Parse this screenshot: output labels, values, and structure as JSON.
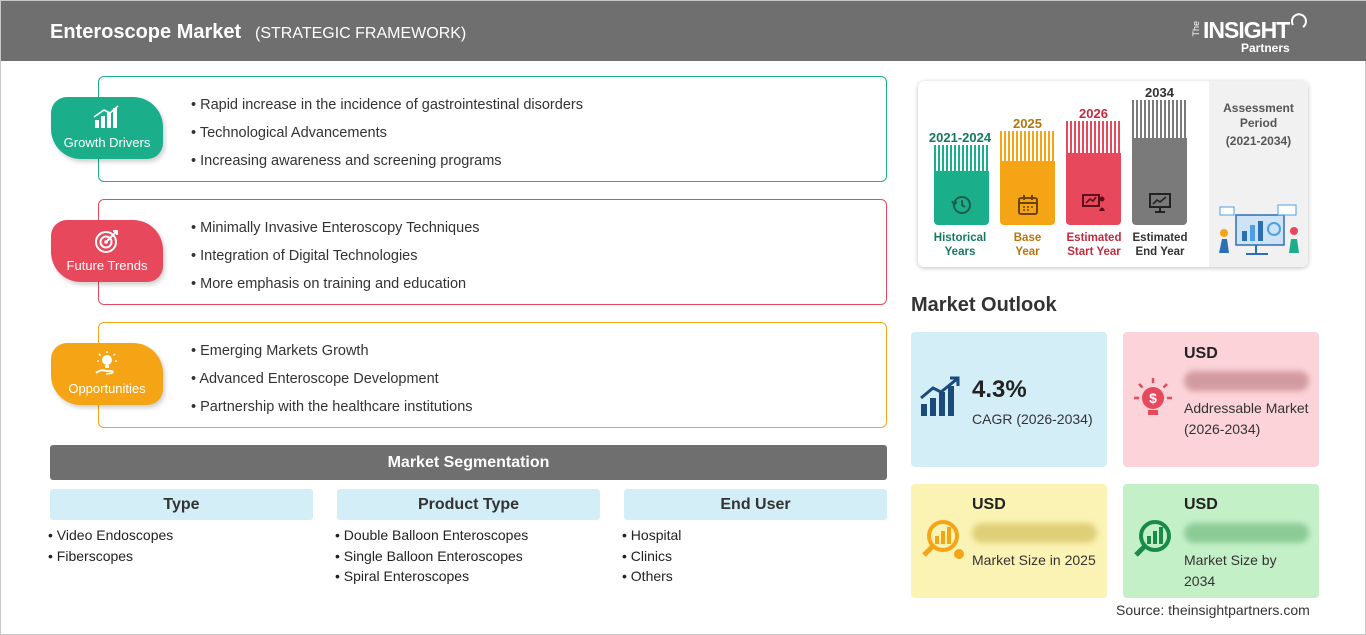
{
  "header": {
    "title": "Enteroscope Market",
    "subtitle": "(STRATEGIC FRAMEWORK)"
  },
  "logo": {
    "the": "The",
    "insight": "INSIGHT",
    "partners": "Partners"
  },
  "framework": [
    {
      "label": "Growth Drivers",
      "color": "#1aae8b",
      "icon": "bar-growth-icon",
      "items": [
        "Rapid increase in the incidence of gastrointestinal disorders",
        "Technological Advancements",
        "Increasing awareness and screening programs"
      ]
    },
    {
      "label": "Future Trends",
      "color": "#e8485c",
      "icon": "target-icon",
      "items": [
        "Minimally Invasive Enteroscopy Techniques",
        "Integration of Digital Technologies",
        "More emphasis on training and education"
      ]
    },
    {
      "label": "Opportunities",
      "color": "#f5a415",
      "icon": "lightbulb-hand-icon",
      "items": [
        "Emerging Markets Growth",
        "Advanced Enteroscope Development",
        "Partnership with the healthcare institutions"
      ]
    }
  ],
  "segmentation": {
    "title": "Market Segmentation",
    "columns": [
      {
        "header": "Type",
        "items": [
          "Video Endoscopes",
          "Fiberscopes"
        ]
      },
      {
        "header": "Product Type",
        "items": [
          "Double Balloon Enteroscopes",
          "Single Balloon Enteroscopes",
          "Spiral Enteroscopes"
        ]
      },
      {
        "header": "End User",
        "items": [
          "Hospital",
          "Clinics",
          "Others"
        ]
      }
    ]
  },
  "timeline": {
    "assessment_title": "Assessment Period",
    "assessment_range": "(2021-2034)",
    "bars": [
      {
        "year": "2021-2024",
        "label_1": "Historical",
        "label_2": "Years",
        "color": "#1aae8b",
        "year_color": "#147a5f"
      },
      {
        "year": "2025",
        "label_1": "Base",
        "label_2": "Year",
        "color": "#f5a415",
        "year_color": "#b8760a"
      },
      {
        "year": "2026",
        "label_1": "Estimated",
        "label_2": "Start Year",
        "color": "#e8485c",
        "year_color": "#c22a3e"
      },
      {
        "year": "2034",
        "label_1": "Estimated",
        "label_2": "End Year",
        "color": "#7a7a7a",
        "year_color": "#333333"
      }
    ]
  },
  "outlook": {
    "title": "Market Outlook",
    "cagr_value": "4.3%",
    "cagr_label": "CAGR (2026-2034)",
    "boxes": [
      {
        "usd": "USD",
        "value": "lorem ipsum",
        "desc": "Addressable Market (2026-2034)",
        "color": "#fbd3d8"
      },
      {
        "usd": "USD",
        "value": "lorem ipsum",
        "desc": "Market Size in 2025",
        "color": "#fbf3b4"
      },
      {
        "usd": "USD",
        "value": "lorem ipsum",
        "desc": "Market Size by 2034",
        "color": "#c4f0c8"
      }
    ]
  },
  "source": "Source: theinsightpartners.com"
}
